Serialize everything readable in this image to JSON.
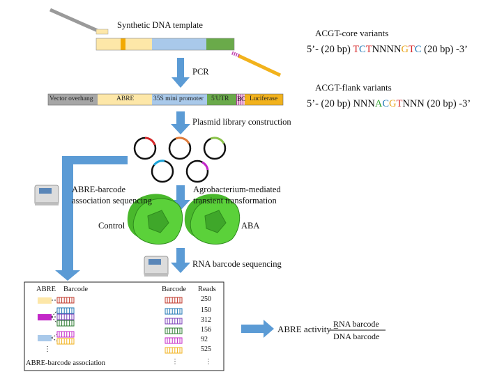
{
  "labels": {
    "synthetic_template": "Synthetic DNA template",
    "pcr": "PCR",
    "plasmid_library": "Plasmid library construction",
    "abre_assoc_seq": [
      "ABRE-barcode",
      "association sequencing"
    ],
    "agro": [
      "Agrobacterium-mediated",
      "transient transformation"
    ],
    "control": "Control",
    "aba": "ABA",
    "rna_seq": "RNA barcode sequencing"
  },
  "construct": {
    "segments": [
      "Vector overhang",
      "ABRE",
      "35S mini promoter",
      "5'UTR",
      "BC",
      "Luciferase"
    ]
  },
  "variants": {
    "core": {
      "title": "ACGT-core variants",
      "parts": [
        {
          "t": "5’- (20 bp) ",
          "c": "#111111"
        },
        {
          "t": "T",
          "c": "#d62728"
        },
        {
          "t": "C",
          "c": "#1f77b4"
        },
        {
          "t": "T",
          "c": "#d62728"
        },
        {
          "t": "NNNN",
          "c": "#111111"
        },
        {
          "t": "G",
          "c": "#e8a317"
        },
        {
          "t": "T",
          "c": "#d62728"
        },
        {
          "t": "C",
          "c": "#1f77b4"
        },
        {
          "t": " (20 bp) -3’",
          "c": "#111111"
        }
      ]
    },
    "flank": {
      "title": "ACGT-flank variants",
      "parts": [
        {
          "t": "5’- (20 bp) NNN",
          "c": "#111111"
        },
        {
          "t": "A",
          "c": "#2ca02c"
        },
        {
          "t": "C",
          "c": "#1f77b4"
        },
        {
          "t": "G",
          "c": "#e8a317"
        },
        {
          "t": "T",
          "c": "#d62728"
        },
        {
          "t": "NNN (20 bp) -3’",
          "c": "#111111"
        }
      ]
    }
  },
  "table": {
    "abre_header": "ABRE",
    "barcode_header": "Barcode",
    "barcode_header2": "Barcode",
    "reads_header": "Reads",
    "reads": [
      "250",
      "150",
      "312",
      "156",
      "92",
      "525"
    ],
    "ellipsis": "⋮",
    "footer": "ABRE-barcode  association"
  },
  "formula": {
    "lhs": "ABRE activity =",
    "numerator": "RNA barcode",
    "denominator": "DNA barcode"
  },
  "colors": {
    "arrow": "#5b9bd5",
    "abre_pale": "#fde7a8",
    "abre_orange": "#f2a900",
    "promoter": "#a9c9ea",
    "utr": "#6aaa4a",
    "luciferase": "#f2b21c",
    "vector": "#a6a6a6",
    "leaf": "#5bd13a",
    "plasmid_accents": [
      "#d62728",
      "#e07b39",
      "#8bc34a",
      "#1aa3d9",
      "#c327c8"
    ]
  }
}
